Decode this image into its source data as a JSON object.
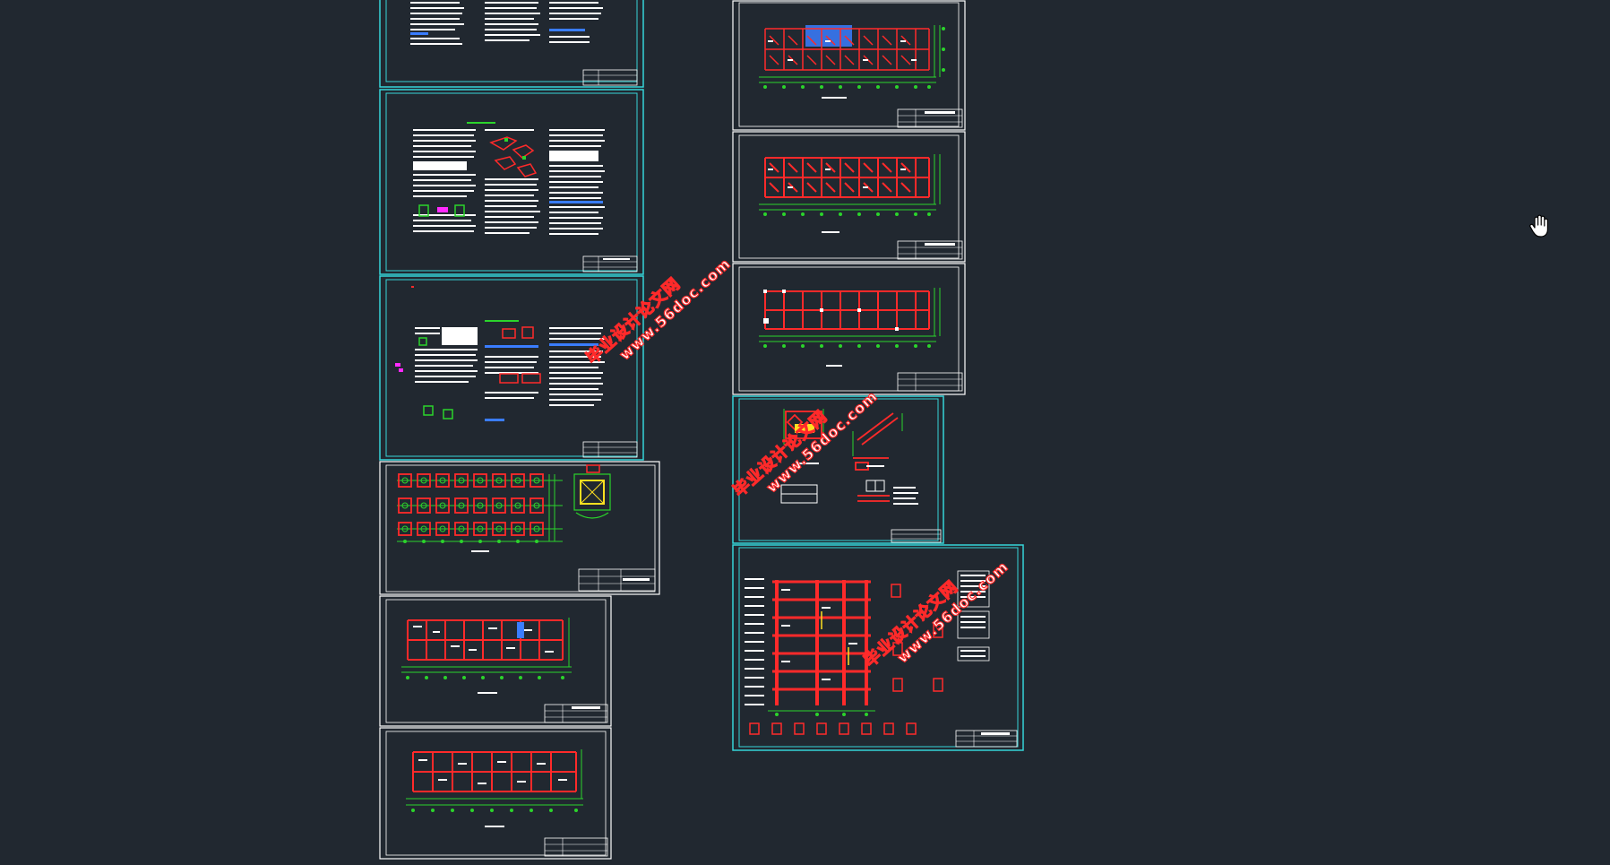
{
  "app": {
    "view": "CAD drawing sheets overview (model space)",
    "background": "#212830"
  },
  "colors": {
    "frame": "#ffffff",
    "frame_cyan": "#36d4d8",
    "beam_red": "#ff2a2a",
    "axis_green": "#2bd42b",
    "text_white": "#ffffff",
    "highlight_magenta": "#ff2aff",
    "highlight_blue": "#3a7dff",
    "yellow": "#ffe020"
  },
  "watermarks": [
    {
      "line1": "毕业设计论文网",
      "line2": "www.56doc.com"
    },
    {
      "line1": "毕业设计论文网",
      "line2": "www.56doc.com"
    },
    {
      "line1": "毕业设计论文网",
      "line2": "www.56doc.com"
    }
  ],
  "cursor": {
    "icon": "hand-pan-icon"
  }
}
